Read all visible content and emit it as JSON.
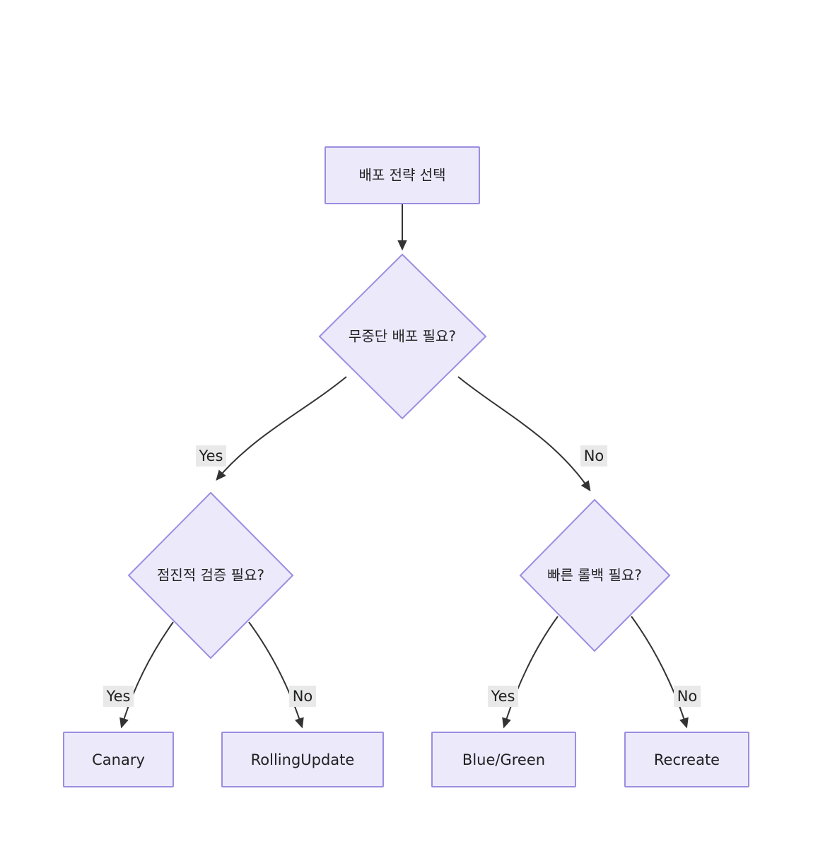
{
  "diagram": {
    "type": "flowchart",
    "direction": "top-down",
    "background_color": "#ffffff",
    "node_fill_color": "#ece9fb",
    "node_border_color": "#9a8ee0",
    "edge_color": "#333333",
    "edge_label_bg_color": "#e9e9e9",
    "text_color": "#1f2020",
    "nodes": [
      {
        "id": "start",
        "shape": "rectangle",
        "label": "배포 전략 선택"
      },
      {
        "id": "q_zero_down",
        "shape": "diamond",
        "label": "무중단 배포 필요?"
      },
      {
        "id": "q_gradual",
        "shape": "diamond",
        "label": "점진적 검증 필요?"
      },
      {
        "id": "q_rollback",
        "shape": "diamond",
        "label": "빠른 롤백 필요?"
      },
      {
        "id": "canary",
        "shape": "rectangle",
        "label": "Canary"
      },
      {
        "id": "rollingupdate",
        "shape": "rectangle",
        "label": "RollingUpdate"
      },
      {
        "id": "bluegreen",
        "shape": "rectangle",
        "label": "Blue/Green"
      },
      {
        "id": "recreate",
        "shape": "rectangle",
        "label": "Recreate"
      }
    ],
    "edges": [
      {
        "from": "start",
        "to": "q_zero_down",
        "label": ""
      },
      {
        "from": "q_zero_down",
        "to": "q_gradual",
        "label": "Yes"
      },
      {
        "from": "q_zero_down",
        "to": "q_rollback",
        "label": "No"
      },
      {
        "from": "q_gradual",
        "to": "canary",
        "label": "Yes"
      },
      {
        "from": "q_gradual",
        "to": "rollingupdate",
        "label": "No"
      },
      {
        "from": "q_rollback",
        "to": "bluegreen",
        "label": "Yes"
      },
      {
        "from": "q_rollback",
        "to": "recreate",
        "label": "No"
      }
    ]
  }
}
